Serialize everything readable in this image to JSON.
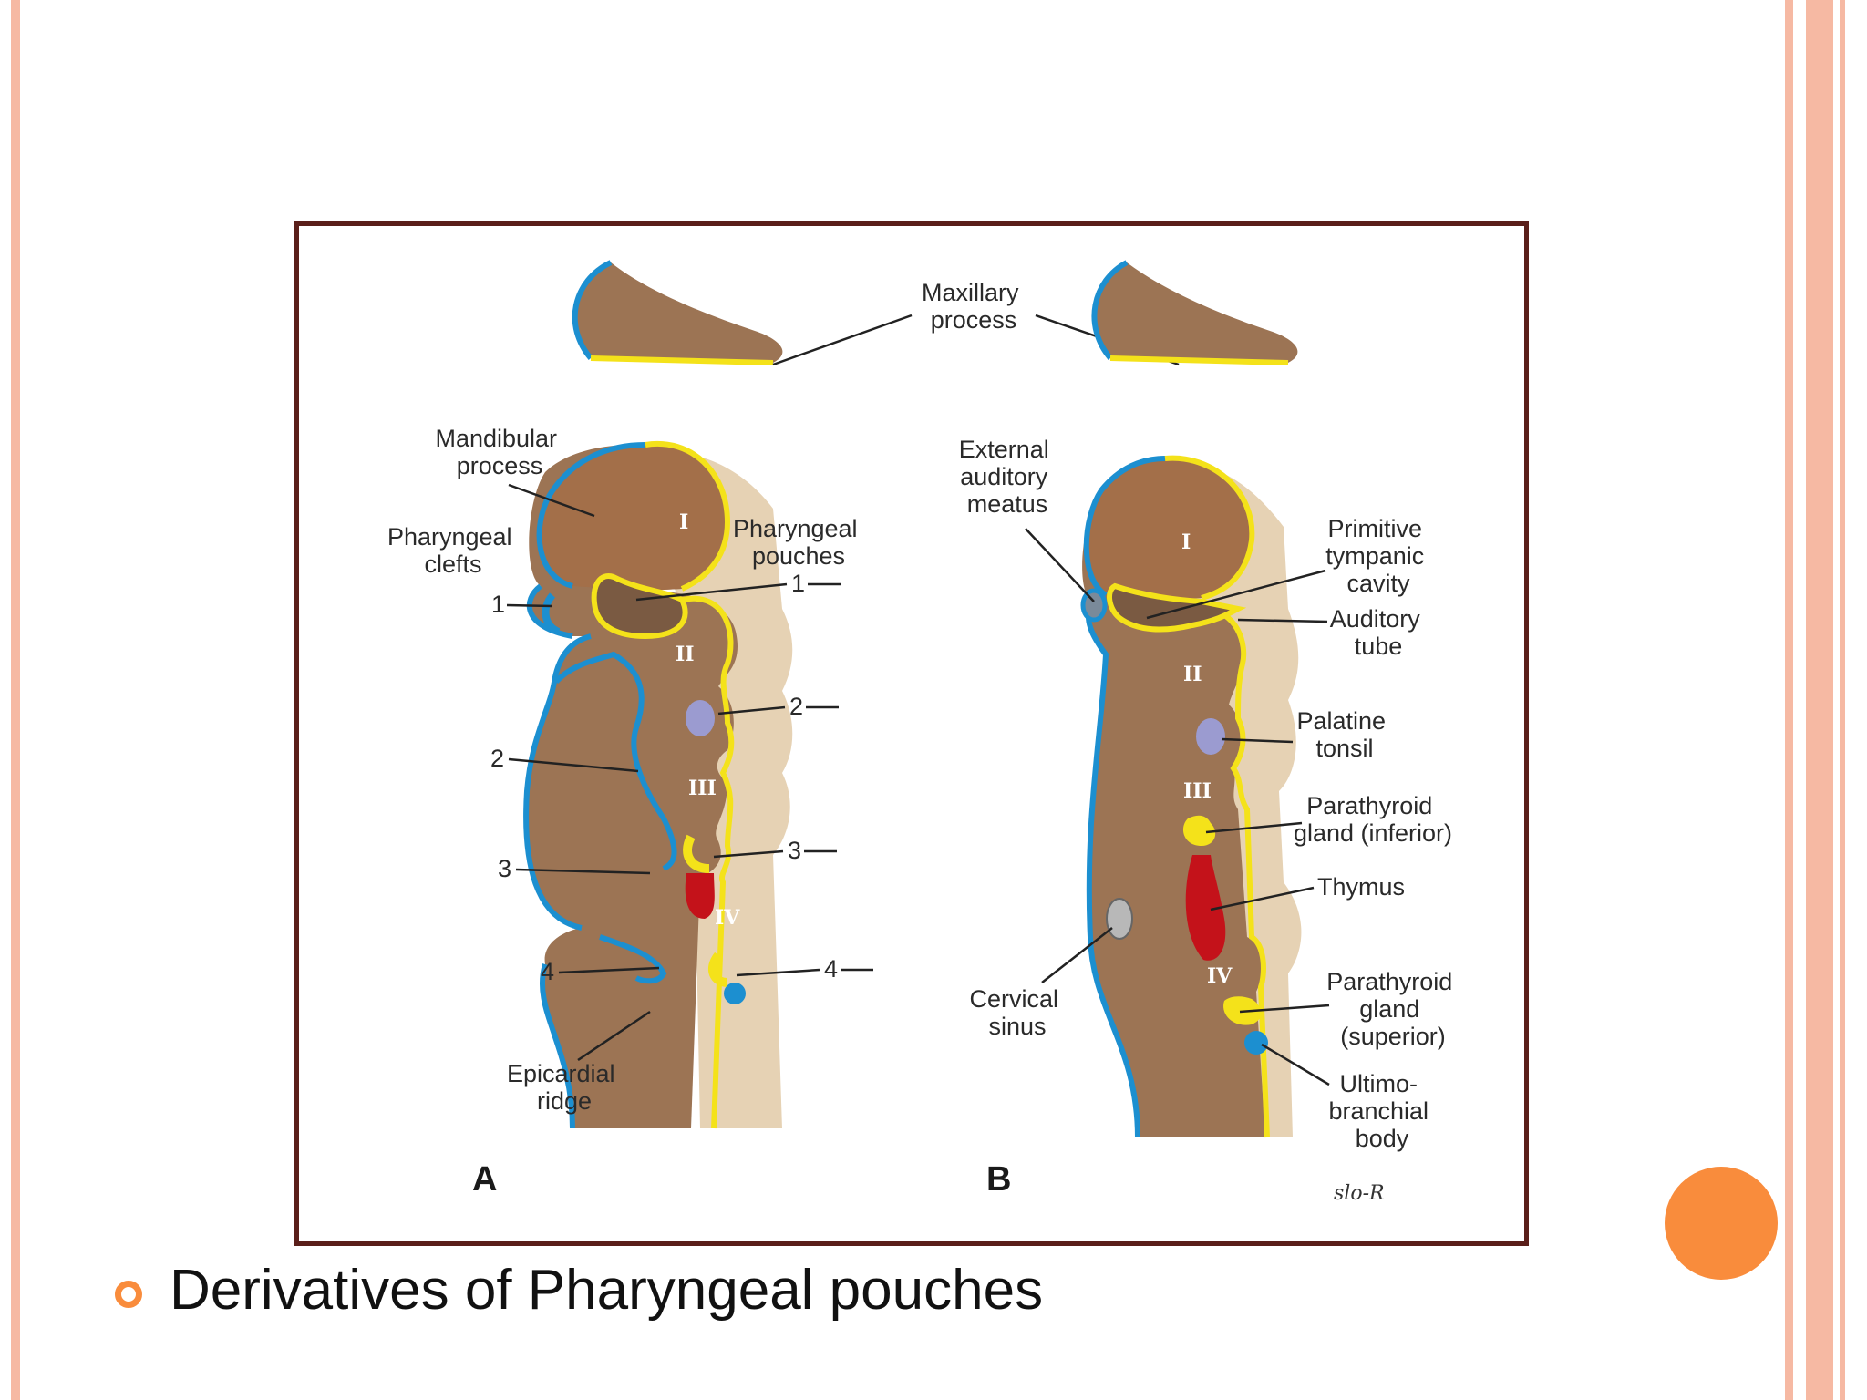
{
  "caption": "Derivatives of Pharyngeal pouches",
  "colors": {
    "accent": "#f98c3c",
    "side_stripes": "#f6b9a3",
    "frame": "#5a1f1a",
    "tissue": "#9c7454",
    "ectoderm": "#1c8fd0",
    "endoderm": "#f4e21a",
    "thymus": "#c4121a",
    "tonsil": "#9b9bd0",
    "depth": "#e6d2b4"
  },
  "figure": {
    "panel_a": {
      "panel_letter": "A",
      "labels": {
        "maxillary": [
          "Maxillary",
          "process"
        ],
        "mandibular": [
          "Mandibular",
          "process"
        ],
        "clefts": [
          "Pharyngeal",
          "clefts"
        ],
        "pouches": [
          "Pharyngeal",
          "pouches"
        ],
        "epicardial": [
          "Epicardial",
          "ridge"
        ]
      },
      "cleft_numbers": [
        "1",
        "2",
        "3",
        "4"
      ],
      "pouch_numbers": [
        "1",
        "2",
        "3",
        "4"
      ],
      "arches": [
        "I",
        "II",
        "III",
        "IV"
      ]
    },
    "panel_b": {
      "panel_letter": "B",
      "labels": {
        "external_auditory": [
          "External",
          "auditory",
          "meatus"
        ],
        "tympanic": [
          "Primitive",
          "tympanic",
          "cavity"
        ],
        "auditory_tube": [
          "Auditory",
          "tube"
        ],
        "palatine_tonsil": [
          "Palatine",
          "tonsil"
        ],
        "parathyroid_inferior": [
          "Parathyroid",
          "gland (inferior)"
        ],
        "thymus": [
          "Thymus"
        ],
        "parathyroid_superior": [
          "Parathyroid",
          "gland",
          "(superior)"
        ],
        "ultimobranchial": [
          "Ultimo-",
          "branchial",
          "body"
        ],
        "cervical_sinus": [
          "Cervical",
          "sinus"
        ]
      },
      "arches": [
        "I",
        "II",
        "III",
        "IV"
      ]
    },
    "signature": "slo-R"
  }
}
